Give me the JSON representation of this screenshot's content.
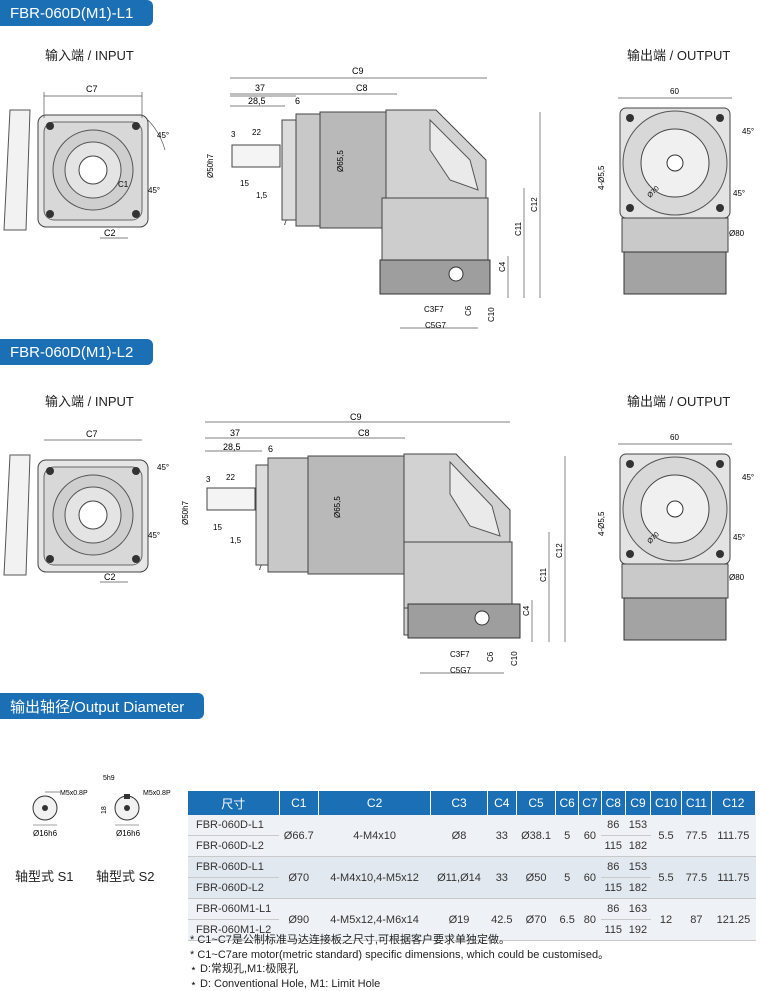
{
  "sections": {
    "l1_title": "FBR-060D(M1)-L1",
    "l2_title": "FBR-060D(M1)-L2",
    "shaft_title": "输出轴径/Output Diameter"
  },
  "views": {
    "input_label": "输入端 / INPUT",
    "output_label": "输出端 / OUTPUT"
  },
  "dims": {
    "c7": "C7",
    "c2": "C2",
    "c9": "C9",
    "c8": "C8",
    "d37": "37",
    "d28_5": "28,5",
    "d6": "6",
    "d3": "3",
    "d22": "22",
    "d15": "15",
    "d1_5": "1,5",
    "d7": "7",
    "phi50": "Ø50h7",
    "phi65": "Ø65,5",
    "c12": "C12",
    "c11": "C11",
    "c4": "C4",
    "c3": "C3F7",
    "c6": "C6",
    "c10": "C10",
    "c5": "C5G7",
    "d60": "60",
    "hole": "4-Ø5,5",
    "phi70": "Ø70",
    "phi80": "Ø80",
    "ang45": "45°",
    "c1": "C1"
  },
  "shaft": {
    "s1_label": "轴型式 S1",
    "s2_label": "轴型式 S2",
    "thread": "M5x0.8P",
    "dia": "Ø16h6",
    "key": "5h9",
    "h18": "18"
  },
  "table": {
    "headers": [
      "尺寸",
      "C1",
      "C2",
      "C3",
      "C4",
      "C5",
      "C6",
      "C7",
      "C8",
      "C9",
      "C10",
      "C11",
      "C12"
    ],
    "groups": [
      {
        "models": [
          "FBR-060D-L1",
          "FBR-060D-L2"
        ],
        "c1": "Ø66.7",
        "c2": "4-M4x10",
        "c3": "Ø8",
        "c4": "33",
        "c5": "Ø38.1",
        "c6": "5",
        "c7": "60",
        "c8": [
          "86",
          "115"
        ],
        "c9": [
          "153",
          "182"
        ],
        "c10": "5.5",
        "c11": "77.5",
        "c12": "111.75"
      },
      {
        "models": [
          "FBR-060D-L1",
          "FBR-060D-L2"
        ],
        "c1": "Ø70",
        "c2": "4-M4x10,4-M5x12",
        "c3": "Ø11,Ø14",
        "c4": "33",
        "c5": "Ø50",
        "c6": "5",
        "c7": "60",
        "c8": [
          "86",
          "115"
        ],
        "c9": [
          "153",
          "182"
        ],
        "c10": "5.5",
        "c11": "77.5",
        "c12": "111.75"
      },
      {
        "models": [
          "FBR-060M1-L1",
          "FBR-060M1-L2"
        ],
        "c1": "Ø90",
        "c2": "4-M5x12,4-M6x14",
        "c3": "Ø19",
        "c4": "42.5",
        "c5": "Ø70",
        "c6": "6.5",
        "c7": "80",
        "c8": [
          "86",
          "115"
        ],
        "c9": [
          "163",
          "192"
        ],
        "c10": "12",
        "c11": "87",
        "c12": "121.25"
      }
    ]
  },
  "notes": [
    "* C1~C7是公制标准马达连接板之尺寸,可根据客户要求单独定做。",
    "* C1~C7are motor(metric standard)  specific dimensions, which could be customised。",
    "⋆ D:常规孔,M1:极限孔",
    "⋆ D: Conventional Hole, M1: Limit Hole"
  ]
}
